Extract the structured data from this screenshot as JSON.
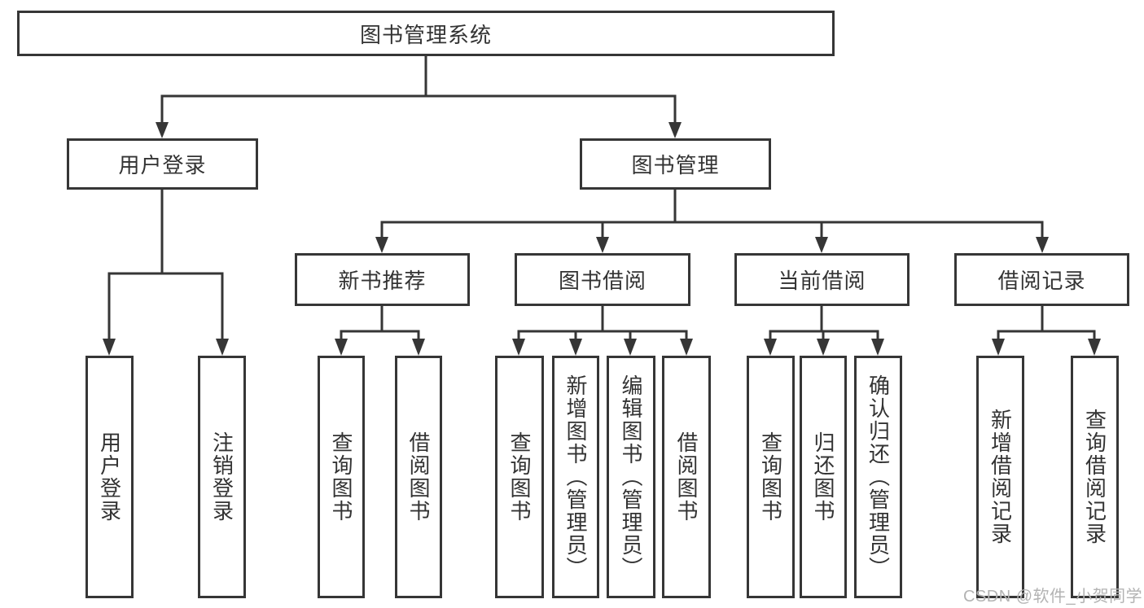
{
  "diagram": {
    "root": {
      "label": "图书管理系统"
    },
    "branches": [
      {
        "label": "用户登录",
        "children": [
          {
            "label": "用户登录"
          },
          {
            "label": "注销登录"
          }
        ]
      },
      {
        "label": "图书管理",
        "children": [
          {
            "label": "新书推荐",
            "children": [
              {
                "label": "查询图书"
              },
              {
                "label": "借阅图书"
              }
            ]
          },
          {
            "label": "图书借阅",
            "children": [
              {
                "label": "查询图书"
              },
              {
                "label": "新增图书（管理员）"
              },
              {
                "label": "编辑图书（管理员）"
              },
              {
                "label": "借阅图书"
              }
            ]
          },
          {
            "label": "当前借阅",
            "children": [
              {
                "label": "查询图书"
              },
              {
                "label": "归还图书"
              },
              {
                "label": "确认归还（管理员）"
              }
            ]
          },
          {
            "label": "借阅记录",
            "children": [
              {
                "label": "新增借阅记录"
              },
              {
                "label": "查询借阅记录"
              }
            ]
          }
        ]
      }
    ],
    "watermark": "CSDN @软件_小贺同学",
    "colors": {
      "line": "#363636",
      "text": "#333333",
      "box_bg": "#ffffff",
      "watermark": "#b3b3b3"
    }
  }
}
